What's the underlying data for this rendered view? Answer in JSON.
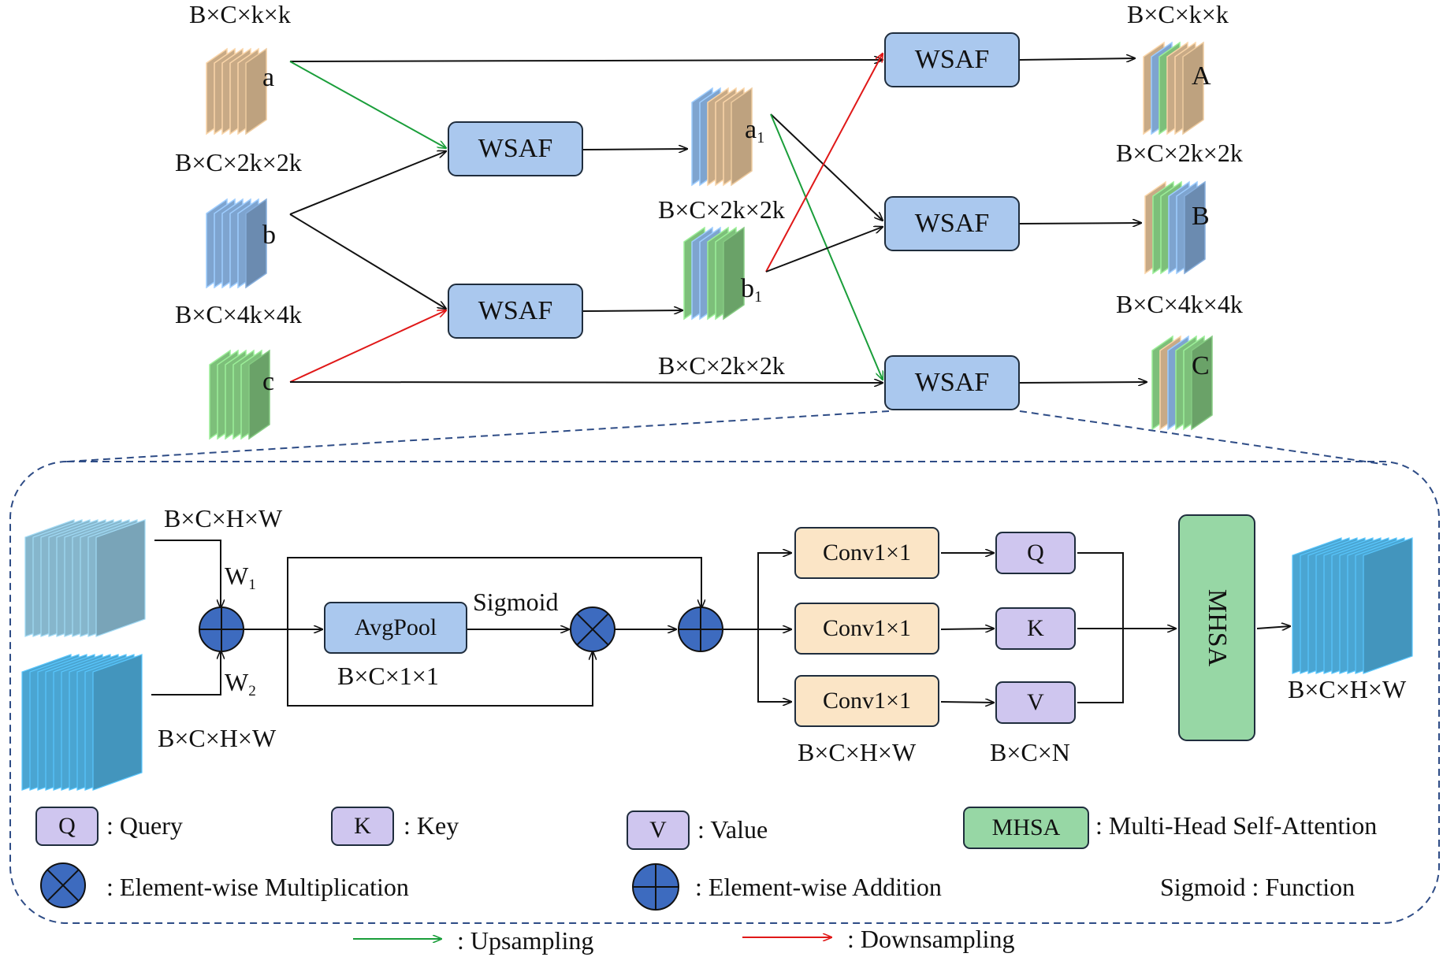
{
  "top": {
    "inputs": [
      {
        "letter": "a",
        "dims": "B×C×k×k"
      },
      {
        "letter": "b",
        "dims": "B×C×2k×2k"
      },
      {
        "letter": "c",
        "dims": "B×C×4k×4k"
      }
    ],
    "intermediates": [
      {
        "letter": "a",
        "sub": "1",
        "dims": "B×C×2k×2k"
      },
      {
        "letter": "b",
        "sub": "1",
        "dims": "B×C×2k×2k"
      }
    ],
    "outputs": [
      {
        "letter": "A",
        "dims": "B×C×k×k"
      },
      {
        "letter": "B",
        "dims": "B×C×2k×2k"
      },
      {
        "letter": "C",
        "dims": "B×C×4k×4k"
      }
    ],
    "wsaf_label": "WSAF"
  },
  "detail": {
    "input1_dims": "B×C×H×W",
    "input2_dims": "B×C×H×W",
    "w1": "W",
    "w1_sub": "1",
    "w2": "W",
    "w2_sub": "2",
    "avgpool_label": "AvgPool",
    "avgpool_dims": "B×C×1×1",
    "sigmoid_label": "Sigmoid",
    "conv_label": "Conv1×1",
    "conv_dims": "B×C×H×W",
    "q_label": "Q",
    "k_label": "K",
    "v_label": "V",
    "qkv_dims": "B×C×N",
    "mhsa_label": "MHSA",
    "output_dims": "B×C×H×W"
  },
  "legend": {
    "q_box": "Q",
    "q_text": ": Query",
    "k_box": "K",
    "k_text": ": Key",
    "v_box": "V",
    "v_text": ": Value",
    "mhsa_box": "MHSA",
    "mhsa_text": ": Multi-Head Self-Attention",
    "mult_text": ": Element-wise Multiplication",
    "add_text": ": Element-wise Addition",
    "sigmoid_text": "Sigmoid : Function",
    "up_text": ": Upsampling",
    "down_text": ": Downsampling"
  },
  "colors": {
    "tan": "#c8aa86",
    "blue": "#7ea4cf",
    "green": "#7dbf7a",
    "light_blue": "#86b6cc",
    "mid_blue": "#4aa5d2",
    "upsample": "#1a9e3a",
    "downsample": "#e01818",
    "dashed": "#2e4c86",
    "circle": "#3d6bbf"
  }
}
